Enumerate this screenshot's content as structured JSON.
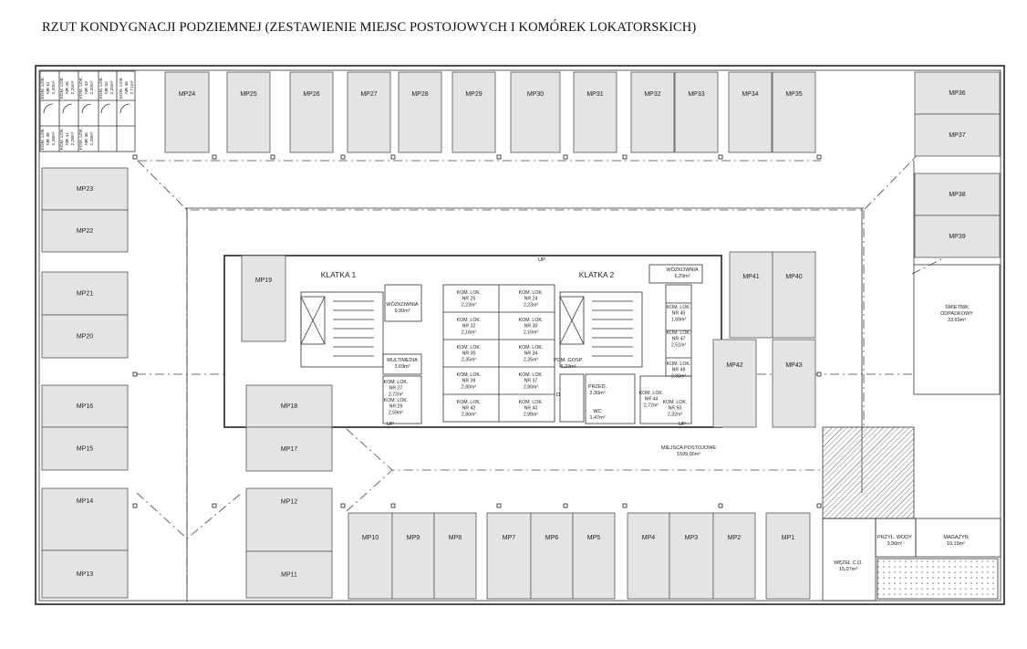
{
  "title": "RZUT KONDYGNACJI PODZIEMNEJ (ZESTAWIENIE MIEJSC POSTOJOWYCH I KOMÓREK LOKATORSKICH)",
  "spots": {
    "MP1": "MP1",
    "MP2": "MP2",
    "MP3": "MP3",
    "MP4": "MP4",
    "MP5": "MP5",
    "MP6": "MP6",
    "MP7": "MP7",
    "MP8": "MP8",
    "MP9": "MP9",
    "MP10": "MP10",
    "MP11": "MP11",
    "MP12": "MP12",
    "MP13": "MP13",
    "MP14": "MP14",
    "MP15": "MP15",
    "MP16": "MP16",
    "MP17": "MP17",
    "MP18": "MP18",
    "MP19": "MP19",
    "MP20": "MP20",
    "MP21": "MP21",
    "MP22": "MP22",
    "MP23": "MP23",
    "MP24": "MP24",
    "MP25": "MP25",
    "MP26": "MP26",
    "MP27": "MP27",
    "MP28": "MP28",
    "MP29": "MP29",
    "MP30": "MP30",
    "MP31": "MP31",
    "MP32": "MP32",
    "MP33": "MP33",
    "MP34": "MP34",
    "MP35": "MP35",
    "MP36": "MP36",
    "MP37": "MP37",
    "MP38": "MP38",
    "MP39": "MP39",
    "MP40": "MP40",
    "MP41": "MP41",
    "MP42": "MP42",
    "MP43": "MP43"
  },
  "rooms": {
    "klatka1": "KLATKA 1",
    "klatka2": "KLATKA 2",
    "wozkownia1": {
      "name": "WÓZKOWNIA",
      "area": "9,90m²"
    },
    "wozkownia2": {
      "name": "WÓZKOWNIA",
      "area": "6,29m²"
    },
    "multimedia": {
      "name": "MULTIMEDIA",
      "area": "3,69m²"
    },
    "pom_gosp": {
      "name": "POM. GOSP.",
      "area": "6,23m²"
    },
    "przed": {
      "name": "PRZED.",
      "area": "2,30m²"
    },
    "wc": {
      "name": "WC",
      "area": "1,47m²"
    },
    "smietnik": {
      "name": "ŚMIETNIK",
      "sub": "ODPADKOWY",
      "area": "33,69m²"
    },
    "parking": {
      "name": "MIEJSCA POSTOJOWE",
      "area": "1599,00m²"
    },
    "wezel": {
      "name": "WĘZEŁ C.O.",
      "area": "15,07m²"
    },
    "przyl_wody": {
      "name": "PRZYŁ. WODY",
      "area": "3,96m²"
    },
    "magazyn": {
      "name": "MAGAZYN",
      "area": "10,19m²"
    }
  },
  "storage": {
    "c1": [
      "KOM. LOK.",
      "NR 25",
      "2,23m²"
    ],
    "c2": [
      "KOM. LOK.",
      "NR 24",
      "2,23m²"
    ],
    "c3": [
      "KOM. LOK.",
      "NR 32",
      "2,16m²"
    ],
    "c4": [
      "KOM. LOK.",
      "NR 30",
      "2,16m²"
    ],
    "c5": [
      "KOM. LOK.",
      "NR 35",
      "2,35m²"
    ],
    "c6": [
      "KOM. LOK.",
      "NR 34",
      "2,35m²"
    ],
    "c7": [
      "KOM. LOK.",
      "NR 39",
      "2,80m²"
    ],
    "c8": [
      "KOM. LOK.",
      "NR 37",
      "2,80m²"
    ],
    "c9": [
      "KOM. LOK.",
      "NR 42",
      "2,80m²"
    ],
    "c10": [
      "KOM. LOK.",
      "NR 40",
      "2,80m²"
    ],
    "c11": [
      "KOM. LOK.",
      "NR 27",
      "2,72m²"
    ],
    "c12": [
      "KOM. LOK.",
      "NR 29",
      "2,59m²"
    ],
    "c13": [
      "KOM. LOK.",
      "NR 44",
      "2,72m²"
    ],
    "c14": [
      "KOM. LOK.",
      "NR 50",
      "2,32m²"
    ],
    "c15": [
      "KOM. LOK.",
      "NR 45",
      "1,69m²"
    ],
    "c16": [
      "KOM. LOK.",
      "NR 47",
      "2,51m²"
    ],
    "c17": [
      "KOM. LOK.",
      "NR 49",
      "2,69m²"
    ],
    "v1": [
      "KOM. LOK.",
      "NR 51",
      "2,20m²"
    ],
    "v2": [
      "KOM. LOK.",
      "NR 46",
      "2,20m²"
    ],
    "v3": [
      "KOM. LOK.",
      "NR 43",
      "2,20m²"
    ],
    "v4": [
      "KOM. LOK.",
      "NR 52",
      "2,25m²"
    ],
    "v5": [
      "KOM. LOK.",
      "NR 38",
      "2,28m²"
    ],
    "v6": [
      "KOM. LOK.",
      "NR 41",
      "2,28m²"
    ],
    "v7": [
      "KOM. LOK.",
      "NR 36",
      "2,28m²"
    ],
    "v8": [
      "KOM. LOK.",
      "NR 48",
      "2,71m²"
    ]
  },
  "marks": {
    "up": "UP",
    "d": "D"
  }
}
